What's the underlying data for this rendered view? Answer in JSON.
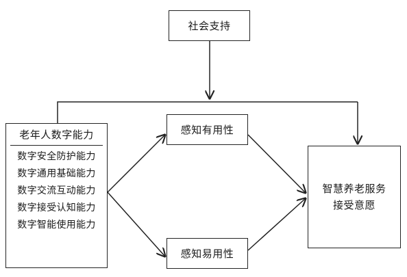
{
  "nodes": {
    "social_support": "社会支持",
    "perceived_usefulness": "感知有用性",
    "perceived_ease": "感知易用性",
    "outcome_line1": "智慧养老服务",
    "outcome_line2": "接受意愿",
    "elderly": {
      "title": "老年人数字能力",
      "items": [
        "数字安全防护能力",
        "数字通用基础能力",
        "数字交流互动能力",
        "数字接受认知能力",
        "数字智能使用能力"
      ]
    }
  },
  "colors": {
    "line": "#222222",
    "background": "#ffffff"
  }
}
